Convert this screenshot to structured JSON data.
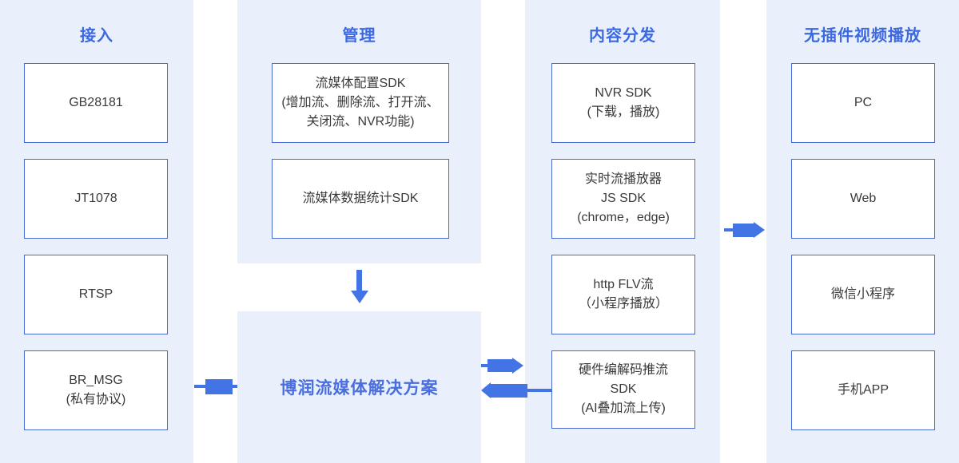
{
  "diagram_title": "streaming-media-solution-architecture",
  "colors": {
    "panel_bg": "#e9f0fc",
    "accent_blue": "#3c69e1",
    "node_border": "#4669d2",
    "arrow_blue": "#4374e6",
    "node_text": "#3a3a3a"
  },
  "columns": [
    {
      "title": "接入",
      "boxes": [
        {
          "text": "GB28181"
        },
        {
          "text": "JT1078"
        },
        {
          "text": "RTSP"
        },
        {
          "text": "BR_MSG\n(私有协议)"
        }
      ]
    },
    {
      "title": "管理",
      "boxes": [
        {
          "text": "流媒体配置SDK\n(增加流、删除流、打开流、\n关闭流、NVR功能)"
        },
        {
          "text": "流媒体数据统计SDK"
        }
      ],
      "solution": "博润流媒体解决方案"
    },
    {
      "title": "内容分发",
      "boxes": [
        {
          "text": "NVR SDK\n(下载，播放)"
        },
        {
          "text": "实时流播放器\nJS SDK\n(chrome，edge)"
        },
        {
          "text": "http FLV流\n（小程序播放）"
        },
        {
          "text": "硬件编解码推流\nSDK\n(AI叠加流上传)"
        }
      ]
    },
    {
      "title": "无插件视频播放",
      "boxes": [
        {
          "text": "PC"
        },
        {
          "text": "Web"
        },
        {
          "text": "微信小程序"
        },
        {
          "text": "手机APP"
        }
      ]
    }
  ]
}
